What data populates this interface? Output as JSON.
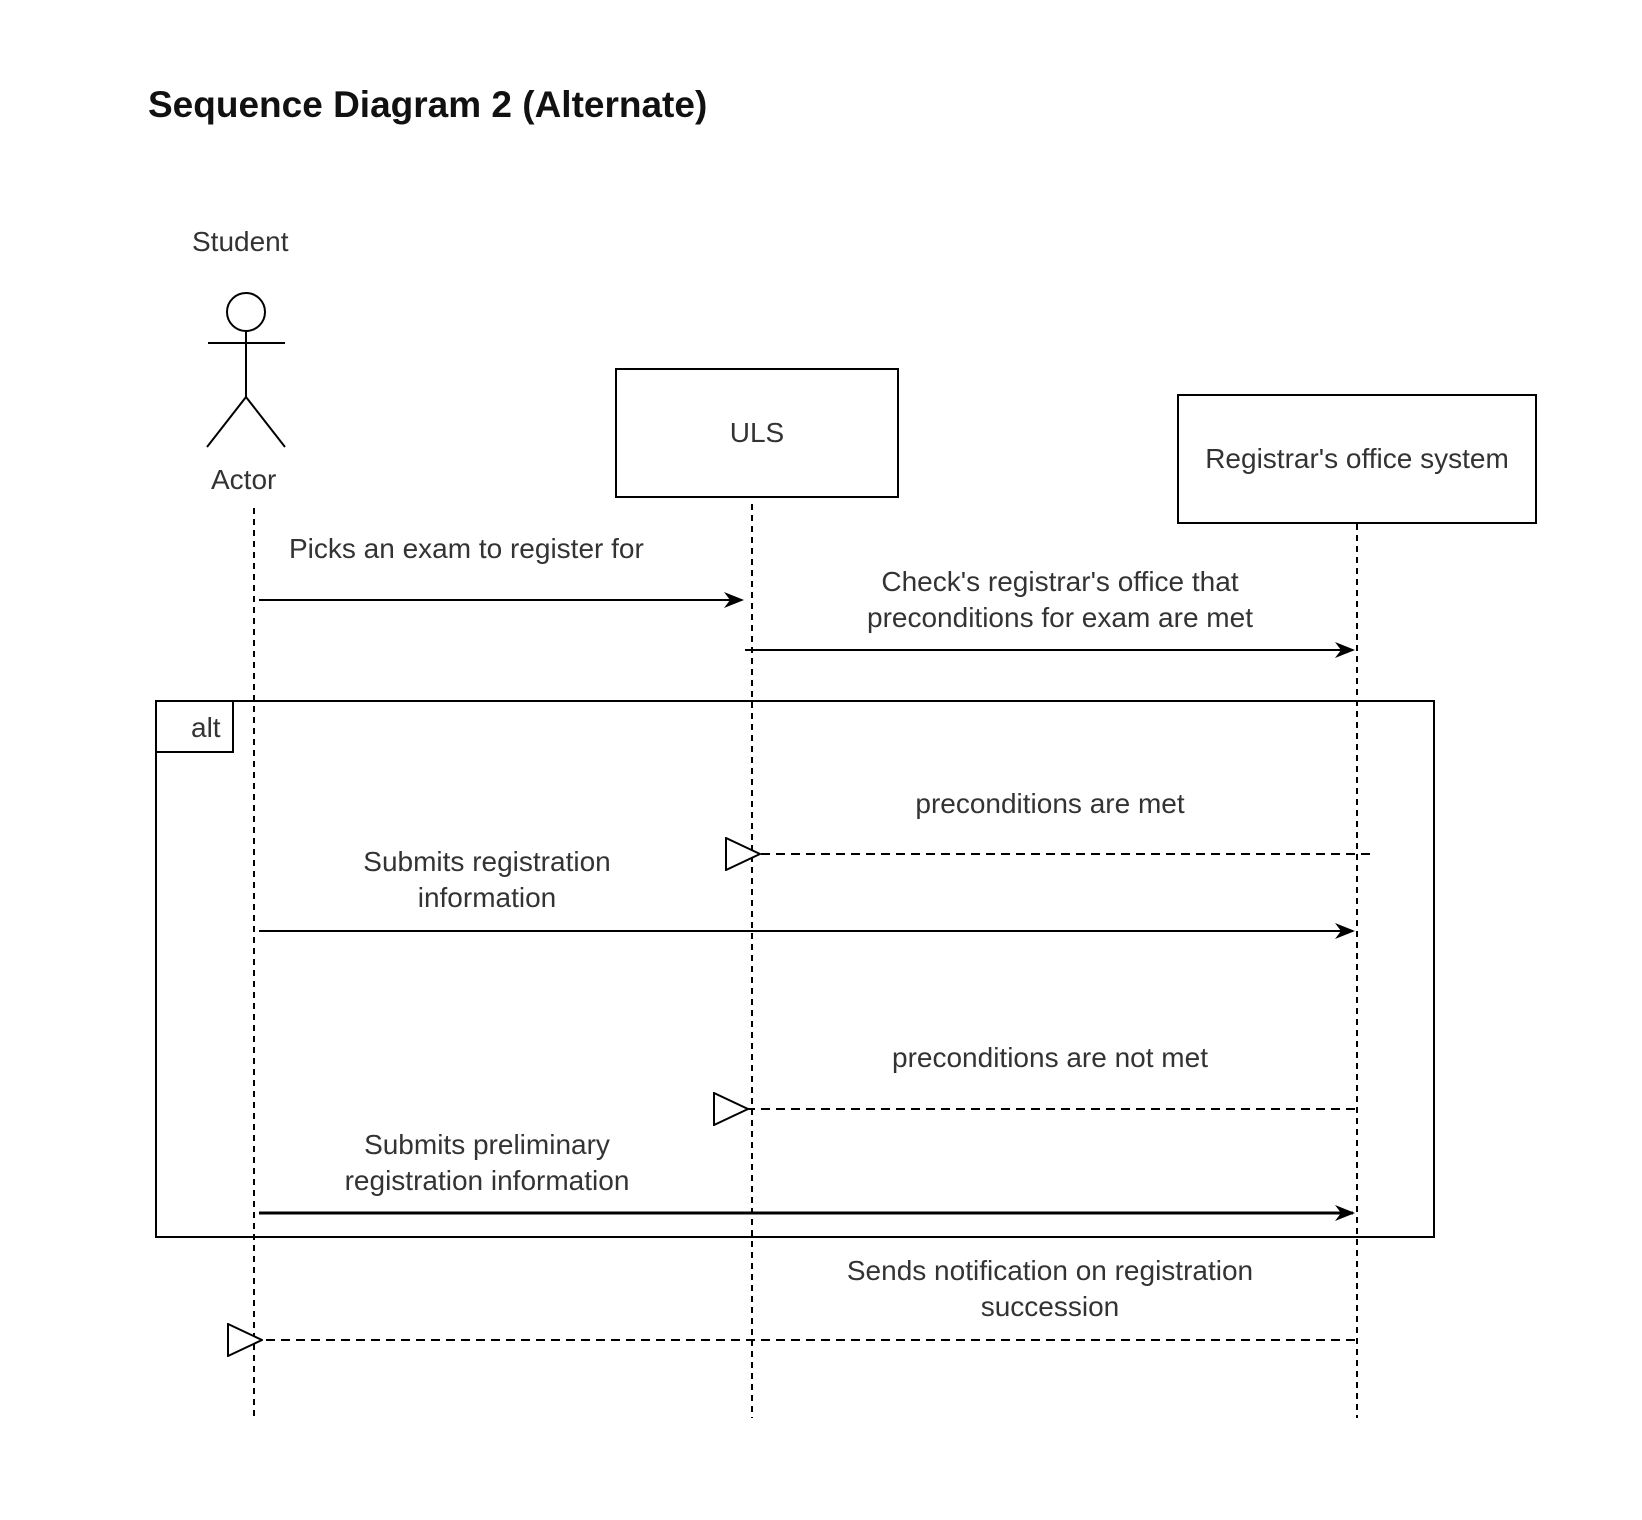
{
  "title": "Sequence Diagram 2 (Alternate)",
  "participants": {
    "actor_label": "Actor",
    "actor_role": "Student",
    "uls": "ULS",
    "registrar": "Registrar's office system"
  },
  "fragment": {
    "label": "alt"
  },
  "messages": {
    "m1": "Picks an exam to register for",
    "m2": {
      "line1": "Check's registrar's office that",
      "line2": "preconditions for exam are met"
    },
    "m3": "preconditions are met",
    "m4": {
      "line1": "Submits registration",
      "line2": "information"
    },
    "m5": "preconditions are not met",
    "m6": {
      "line1": "Submits preliminary",
      "line2": "registration information"
    },
    "m7": {
      "line1": "Sends notification on registration",
      "line2": "succession"
    }
  }
}
